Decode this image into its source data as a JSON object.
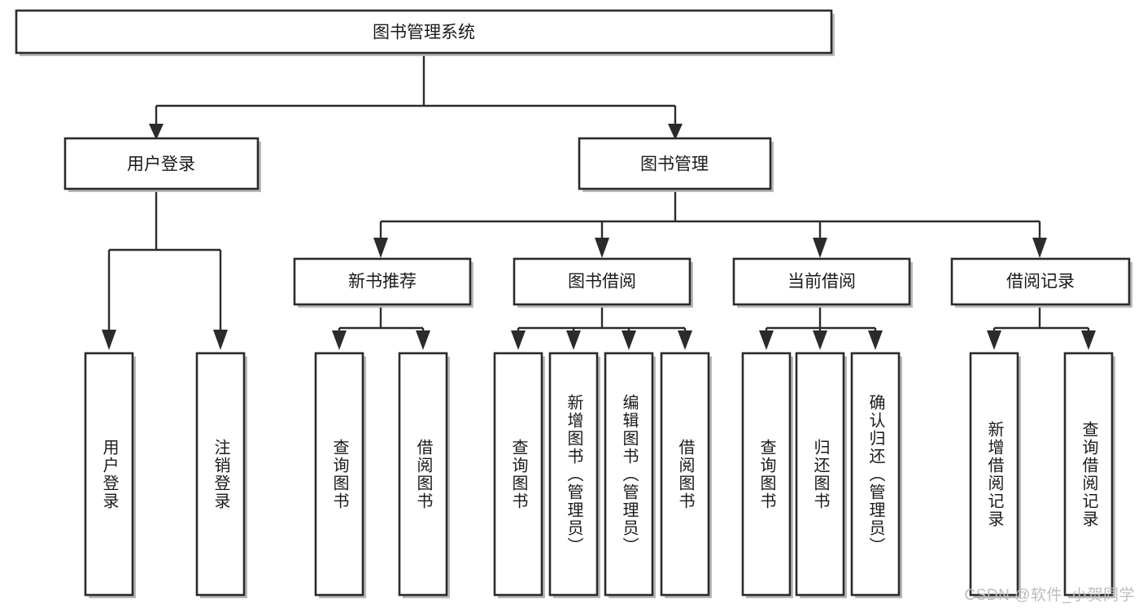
{
  "diagram": {
    "type": "tree-hierarchy-chart",
    "title_node": {
      "label": "图书管理系统"
    },
    "level2": [
      {
        "id": "user-login",
        "label": "用户登录"
      },
      {
        "id": "book-management",
        "label": "图书管理"
      }
    ],
    "level3": [
      {
        "id": "new-book-recommend",
        "label": "新书推荐",
        "parent": "book-management"
      },
      {
        "id": "book-borrow",
        "label": "图书借阅",
        "parent": "book-management"
      },
      {
        "id": "current-borrow",
        "label": "当前借阅",
        "parent": "book-management"
      },
      {
        "id": "borrow-record",
        "label": "借阅记录",
        "parent": "book-management"
      }
    ],
    "leaves": [
      {
        "id": "leaf-user-login",
        "label": "用户登录",
        "parent": "user-login"
      },
      {
        "id": "leaf-logout",
        "label": "注销登录",
        "parent": "user-login"
      },
      {
        "id": "leaf-query-book-1",
        "label": "查询图书",
        "parent": "new-book-recommend"
      },
      {
        "id": "leaf-borrow-book-1",
        "label": "借阅图书",
        "parent": "new-book-recommend"
      },
      {
        "id": "leaf-query-book-2",
        "label": "查询图书",
        "parent": "book-borrow"
      },
      {
        "id": "leaf-add-book",
        "label": "新增图书（管理员）",
        "parent": "book-borrow"
      },
      {
        "id": "leaf-edit-book",
        "label": "编辑图书（管理员）",
        "parent": "book-borrow"
      },
      {
        "id": "leaf-borrow-book-2",
        "label": "借阅图书",
        "parent": "book-borrow"
      },
      {
        "id": "leaf-query-book-3",
        "label": "查询图书",
        "parent": "current-borrow"
      },
      {
        "id": "leaf-return-book",
        "label": "归还图书",
        "parent": "current-borrow"
      },
      {
        "id": "leaf-confirm-return",
        "label": "确认归还（管理员）",
        "parent": "current-borrow"
      },
      {
        "id": "leaf-add-record",
        "label": "新增借阅记录",
        "parent": "borrow-record"
      },
      {
        "id": "leaf-query-record",
        "label": "查询借阅记录",
        "parent": "borrow-record"
      }
    ],
    "watermark": "CSDN @软件_小贺同学",
    "colors": {
      "box_fill": "#ffffff",
      "box_stroke": "#2b2b2b",
      "line": "#2b2b2b",
      "text": "#1a1a1a",
      "watermark": "#bdbdbd",
      "background": "#ffffff"
    }
  }
}
